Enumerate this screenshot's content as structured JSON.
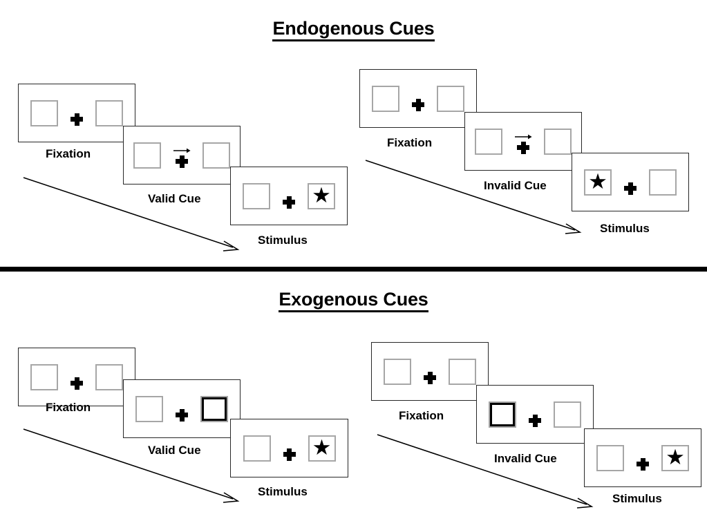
{
  "figure": {
    "sections": [
      {
        "id": "endogenous",
        "title": "Endogenous Cues",
        "columns": [
          {
            "id": "endogenous-valid",
            "trial_type": "valid",
            "panels": [
              {
                "caption": "Fixation",
                "cue": "none",
                "cued_side": "none",
                "target_side": "none"
              },
              {
                "caption": "Valid Cue",
                "cue": "arrow",
                "cued_side": "right",
                "target_side": "none"
              },
              {
                "caption": "Stimulus",
                "cue": "none",
                "cued_side": "none",
                "target_side": "right"
              }
            ]
          },
          {
            "id": "endogenous-invalid",
            "trial_type": "invalid",
            "panels": [
              {
                "caption": "Fixation",
                "cue": "none",
                "cued_side": "none",
                "target_side": "none"
              },
              {
                "caption": "Invalid Cue",
                "cue": "arrow",
                "cued_side": "right",
                "target_side": "none"
              },
              {
                "caption": "Stimulus",
                "cue": "none",
                "cued_side": "none",
                "target_side": "left"
              }
            ]
          }
        ]
      },
      {
        "id": "exogenous",
        "title": "Exogenous Cues",
        "columns": [
          {
            "id": "exogenous-valid",
            "trial_type": "valid",
            "panels": [
              {
                "caption": "Fixation",
                "cue": "none",
                "cued_side": "none",
                "target_side": "none"
              },
              {
                "caption": "Valid Cue",
                "cue": "box-flash",
                "cued_side": "right",
                "target_side": "none"
              },
              {
                "caption": "Stimulus",
                "cue": "none",
                "cued_side": "none",
                "target_side": "right"
              }
            ]
          },
          {
            "id": "exogenous-invalid",
            "trial_type": "invalid",
            "panels": [
              {
                "caption": "Fixation",
                "cue": "none",
                "cued_side": "none",
                "target_side": "none"
              },
              {
                "caption": "Invalid Cue",
                "cue": "box-flash",
                "cued_side": "left",
                "target_side": "none"
              },
              {
                "caption": "Stimulus",
                "cue": "none",
                "cued_side": "none",
                "target_side": "right"
              }
            ]
          }
        ]
      }
    ],
    "symbols": {
      "fixation_cross": "plus-cross",
      "target": "★",
      "cue_arrow": "right-arrow",
      "time_arrow": "diagonal-time-arrow"
    },
    "colors": {
      "ink": "#000000",
      "panel_border": "#262626",
      "box_border": "#a6a6a6",
      "background": "#ffffff"
    }
  }
}
